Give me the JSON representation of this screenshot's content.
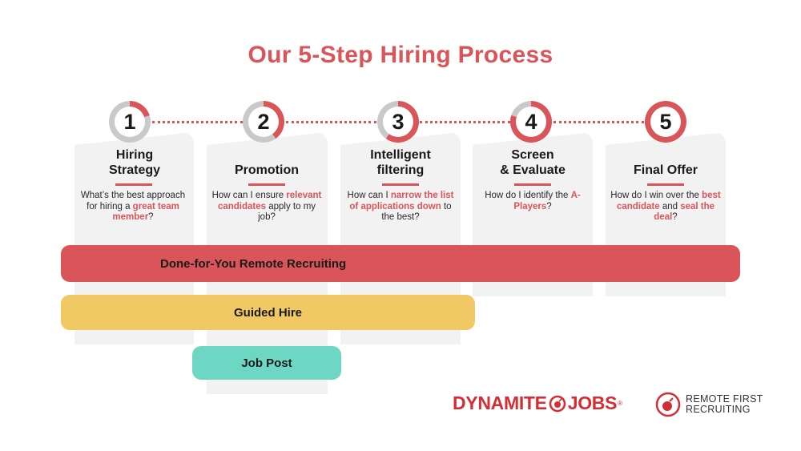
{
  "title": "Our 5-Step Hiring Process",
  "steps": [
    {
      "number": "1",
      "heading_line1": "Hiring",
      "heading_line2": "Strategy",
      "progress": 0.2,
      "desc": [
        {
          "text": "What’s the best approach for hiring a ",
          "hl": false
        },
        {
          "text": "great team member",
          "hl": true
        },
        {
          "text": "?",
          "hl": false
        }
      ]
    },
    {
      "number": "2",
      "heading_line1": "Promotion",
      "heading_line2": "",
      "progress": 0.4,
      "desc": [
        {
          "text": "How can I ensure ",
          "hl": false
        },
        {
          "text": "relevant candidates",
          "hl": true
        },
        {
          "text": " apply to my job?",
          "hl": false
        }
      ]
    },
    {
      "number": "3",
      "heading_line1": "Intelligent",
      "heading_line2": "filtering",
      "progress": 0.6,
      "desc": [
        {
          "text": "How can I ",
          "hl": false
        },
        {
          "text": "narrow the list of applications down",
          "hl": true
        },
        {
          "text": " to the best?",
          "hl": false
        }
      ]
    },
    {
      "number": "4",
      "heading_line1": "Screen",
      "heading_line2": "& Evaluate",
      "progress": 0.8,
      "desc": [
        {
          "text": "How do I identify the ",
          "hl": false
        },
        {
          "text": "A-Players",
          "hl": true
        },
        {
          "text": "?",
          "hl": false
        }
      ]
    },
    {
      "number": "5",
      "heading_line1": "Final Offer",
      "heading_line2": "",
      "progress": 1.0,
      "desc": [
        {
          "text": "How do I win over the ",
          "hl": false
        },
        {
          "text": "best candidate",
          "hl": true
        },
        {
          "text": " and ",
          "hl": false
        },
        {
          "text": "seal the deal",
          "hl": true
        },
        {
          "text": "?",
          "hl": false
        }
      ]
    }
  ],
  "bands": {
    "done_for_you": "Done-for-You Remote Recruiting",
    "guided_hire": "Guided Hire",
    "job_post": "Job Post"
  },
  "logos": {
    "dynamite_left": "DYNAMITE",
    "dynamite_right": "JOBS",
    "dynamite_mark": "®",
    "remote_first_line1": "REMOTE FIRST",
    "remote_first_line2": "RECRUITING"
  },
  "colors": {
    "accent_red": "#d95559",
    "ring_gray": "#c9c9c9",
    "yellow": "#f0c864",
    "teal": "#6ed7c4",
    "card_bg": "#f2f2f2",
    "logo_red": "#d42e35"
  }
}
